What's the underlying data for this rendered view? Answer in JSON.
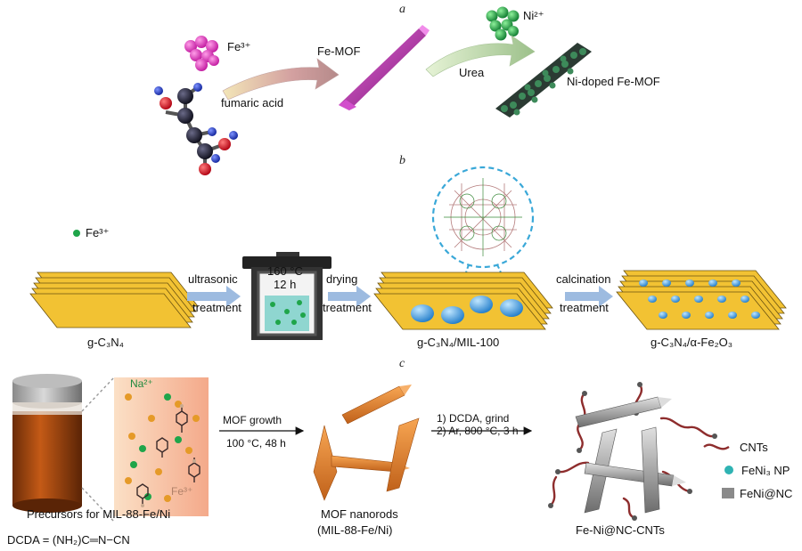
{
  "panels": {
    "a": {
      "letter": "a",
      "fe_ion": "Fe³⁺",
      "ligand": "fumaric acid",
      "mof": "Fe-MOF",
      "ni_ion": "Ni²⁺",
      "reagent": "Urea",
      "product": "Ni-doped Fe-MOF"
    },
    "b": {
      "letter": "b",
      "fe_ion": "Fe³⁺",
      "step1": [
        "ultrasonic",
        "treatment"
      ],
      "autoclave_temp": "160 °C",
      "autoclave_time": "12 h",
      "step2": [
        "drying",
        "treatment"
      ],
      "step3": [
        "calcination",
        "treatment"
      ],
      "sub_start": "g-C₃N₄",
      "sub_mid": "g-C₃N₄/MIL-100",
      "sub_end": "g-C₃N₄/α-Fe₂O₃"
    },
    "c": {
      "letter": "c",
      "na_ion": "Na²⁺",
      "fe_ion": "Fe³⁺",
      "precursor_label": "Precursors for MIL-88-Fe/Ni",
      "growth": "MOF growth",
      "growth_cond": "100 °C, 48 h",
      "nanorods_1": "MOF nanorods",
      "nanorods_2": "(MIL-88-Fe/Ni)",
      "step_1": "1) DCDA, grind",
      "step_2": "2) Ar, 800 °C, 3 h",
      "product": "Fe-Ni@NC-CNTs",
      "legend": [
        "CNTs",
        "FeNi₃ NP",
        "FeNi@NC"
      ],
      "dcda_def": "DCDA = (NH₂)C═N−CN"
    }
  },
  "colors": {
    "magenta": "#e53ec0",
    "green_ion": "#1fa54a",
    "carbon_black": "#1b1b2e",
    "oxygen_red": "#e0141e",
    "nitrogen_blue": "#1838c8",
    "purple_mof": "#b02aa8",
    "sheet_yellow": "#f2c233",
    "arrow_blue": "#9dbbe0",
    "bead_blue": "#4aa6e6",
    "rod_orange": "#e8862c",
    "rod_gray": "#9a9a9a",
    "cnt_red": "#8e2d2d",
    "np_teal": "#2fb3b3"
  }
}
